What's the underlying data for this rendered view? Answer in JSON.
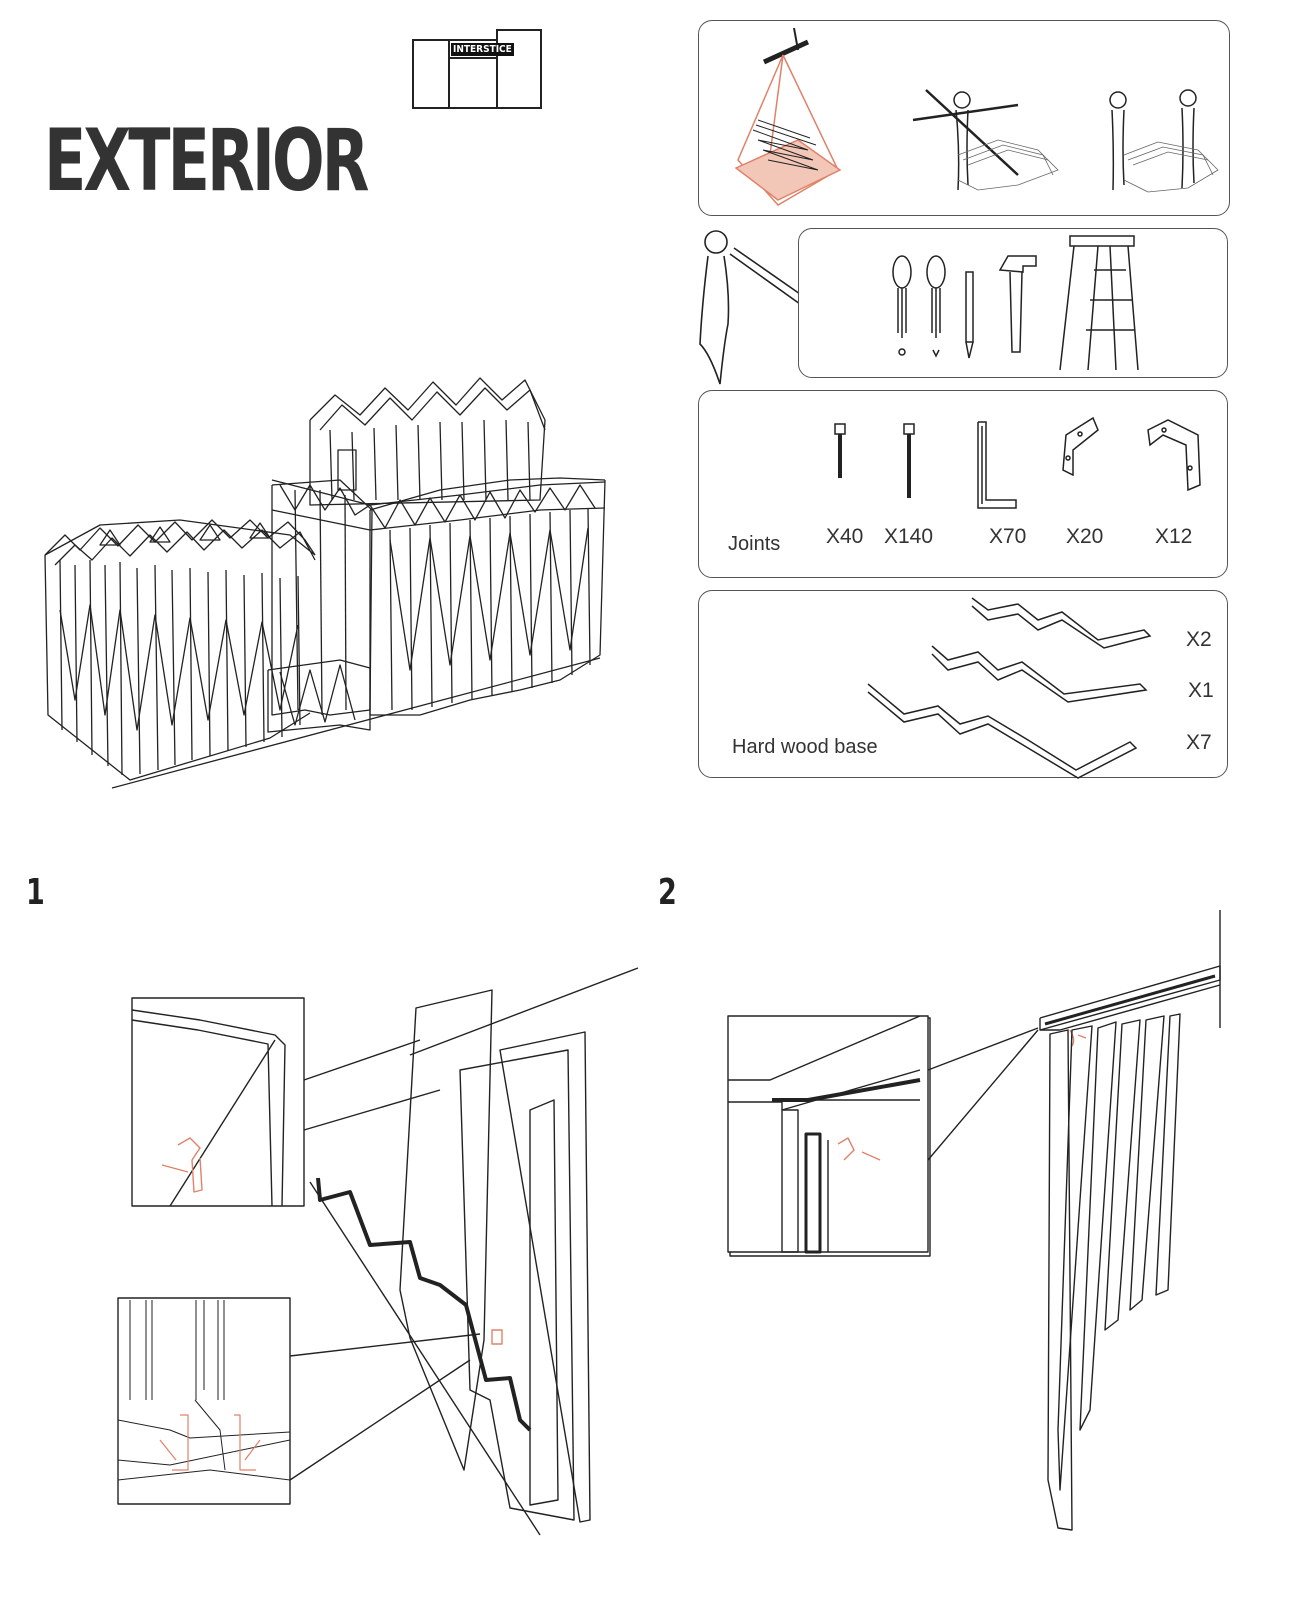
{
  "header": {
    "title": "EXTERIOR",
    "logo_text": "INTERSTICE"
  },
  "joints_panel": {
    "label": "Joints",
    "quantities": [
      "X40",
      "X140",
      "X70",
      "X20",
      "X12"
    ]
  },
  "base_panel": {
    "label": "Hard wood base",
    "quantities": [
      "X2",
      "X1",
      "X7"
    ]
  },
  "steps": [
    "1",
    "2"
  ],
  "colors": {
    "line": "#222222",
    "accent": "#e0826a",
    "panel_border": "#555555"
  }
}
